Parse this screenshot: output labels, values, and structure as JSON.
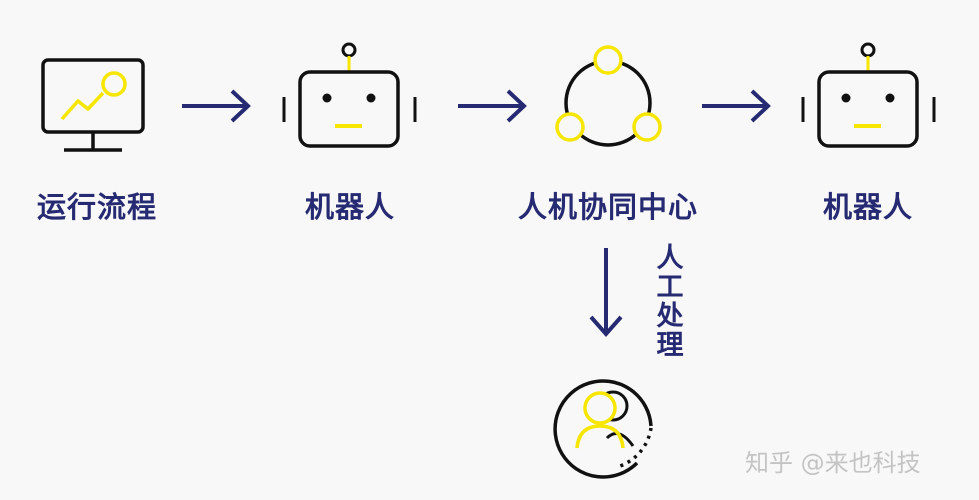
{
  "nodes": {
    "monitor": {
      "label": "运行流程",
      "icon": "monitor-chart-icon"
    },
    "robot_1": {
      "label": "机器人",
      "icon": "robot-icon"
    },
    "hub": {
      "label": "人机协同中心",
      "icon": "collaboration-hub-icon"
    },
    "robot_2": {
      "label": "机器人",
      "icon": "robot-icon"
    },
    "person": {
      "icon": "person-icon"
    }
  },
  "edges": {
    "down_label": "人工处理"
  },
  "watermark": "知乎 @来也科技",
  "colors": {
    "stroke": "#111111",
    "accent": "#f6e600",
    "arrow": "#262a72",
    "text": "#262a72"
  }
}
